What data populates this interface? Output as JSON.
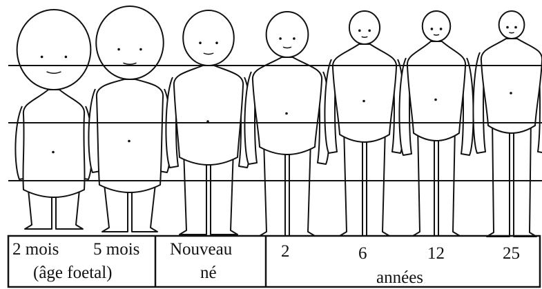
{
  "stages": [
    {
      "id": "fetal-2mo"
    },
    {
      "id": "fetal-5mo"
    },
    {
      "id": "newborn"
    },
    {
      "id": "age-2"
    },
    {
      "id": "age-6"
    },
    {
      "id": "age-12"
    },
    {
      "id": "age-25"
    }
  ],
  "labels": {
    "fetal_2": "2 mois",
    "fetal_5": "5 mois",
    "fetal_caption": "(âge foetal)",
    "newborn_line1": "Nouveau",
    "newborn_line2": "né",
    "age_2": "2",
    "age_6": "6",
    "age_12": "12",
    "age_25": "25",
    "years_caption": "années"
  },
  "colors": {
    "ink": "#111111",
    "paper": "#ffffff"
  }
}
